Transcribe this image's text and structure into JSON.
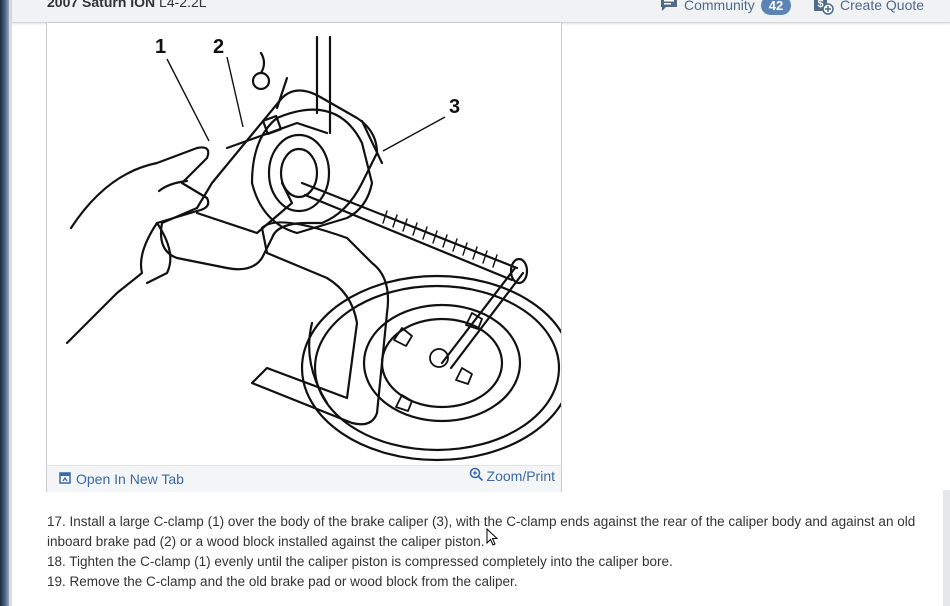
{
  "header": {
    "vehicle_name": "2007 Saturn ION",
    "vehicle_engine": "L4-2.2L",
    "community_label": "Community",
    "community_count": "42",
    "quote_label": "Create Quote"
  },
  "figure": {
    "callouts": [
      "1",
      "2",
      "3"
    ],
    "open_tab_label": "Open In New Tab",
    "zoom_label": "Zoom/Print"
  },
  "steps": [
    "17. Install a large C-clamp (1) over the body of the brake caliper (3), with the C-clamp ends against the rear of the caliper body and against an old inboard brake pad (2) or a wood block installed against the caliper piston.",
    "18. Tighten the C-clamp (1) evenly until the caliper piston is compressed completely into the caliper bore.",
    "19. Remove the C-clamp and the old brake pad or wood block from the caliper."
  ],
  "colors": {
    "link": "#3a6aa6",
    "badge": "#5b83b5",
    "header_bg": "#f1f2f4"
  },
  "icons": [
    "comment-icon",
    "quote-icon",
    "open-tab-icon",
    "zoom-icon"
  ]
}
